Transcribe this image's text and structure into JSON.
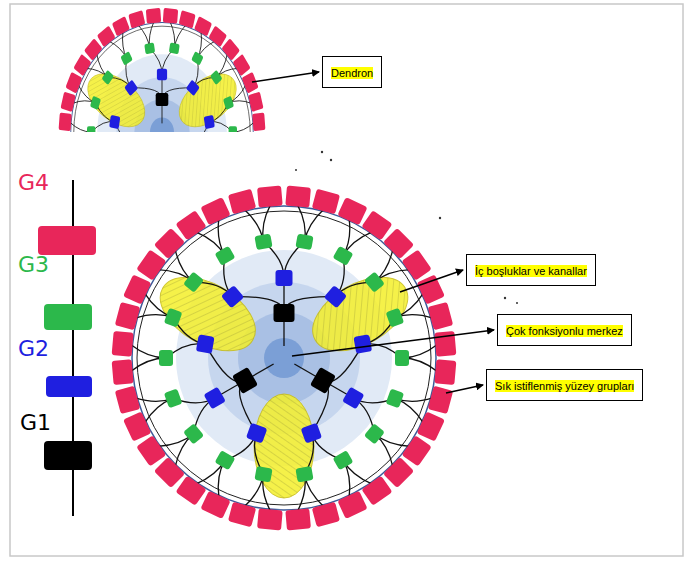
{
  "diagram": {
    "nodes": [
      {
        "text": [
          "Dendron"
        ]
      },
      {
        "text": [
          "İç boşluklar ve kanallar"
        ]
      },
      {
        "text": [
          "Çok fonksiyonlu merkez"
        ]
      },
      {
        "text": [
          "Sık istiflenmiş yüzey grupları"
        ]
      }
    ],
    "legend": [
      {
        "text": "G4",
        "color": "#e8265a"
      },
      {
        "text": "G3",
        "color": "#2cb84b"
      },
      {
        "text": "G2",
        "color": "#1f1fe0"
      },
      {
        "text": "G1",
        "color": "#000000"
      }
    ]
  }
}
